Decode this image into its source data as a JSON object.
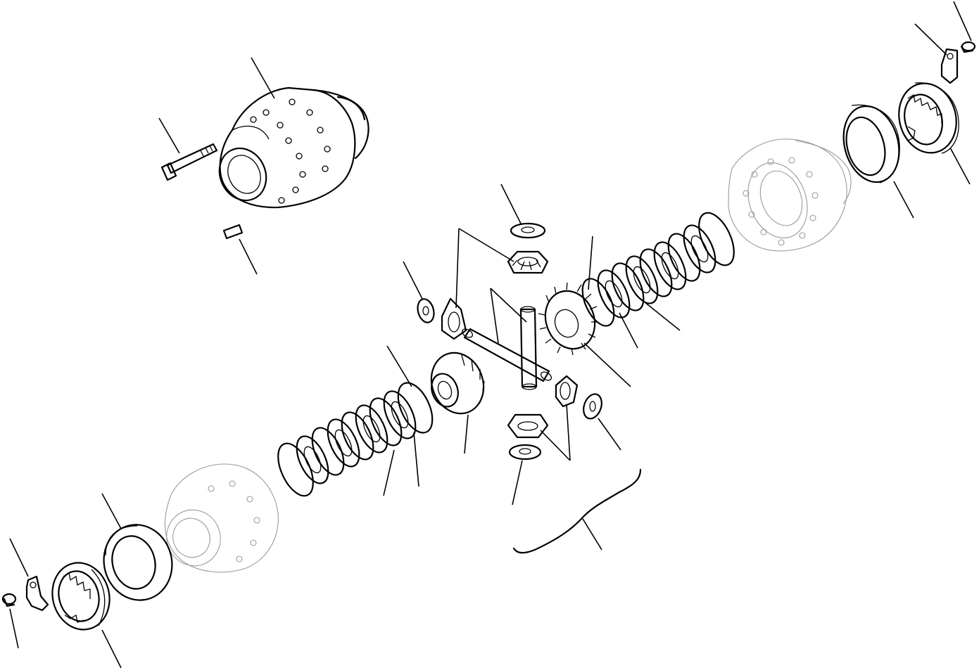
{
  "diagram": {
    "type": "exploded-parts-view",
    "line_color": "#000000",
    "phantom_color": "#9a9a9a",
    "background": "#ffffff",
    "parts": [
      "differential-case",
      "case-bolt",
      "dowel-pin",
      "thrust-washer-top",
      "pinion-gear-top",
      "thrust-washer-left",
      "pinion-gear-left",
      "cross-shaft",
      "short-pin",
      "side-gear-right",
      "clutch-pack-right",
      "side-gear-left",
      "clutch-pack-left",
      "pinion-gear-right",
      "thrust-washer-right",
      "pinion-gear-bottom",
      "thrust-washer-bottom",
      "case-half-right-phantom",
      "case-half-left-phantom",
      "bearing-right",
      "adjusting-ring-right",
      "lock-plate-right",
      "lock-bolt-right",
      "bearing-left",
      "adjusting-ring-left",
      "lock-plate-left",
      "lock-bolt-left",
      "pinion-set-bracket"
    ]
  }
}
